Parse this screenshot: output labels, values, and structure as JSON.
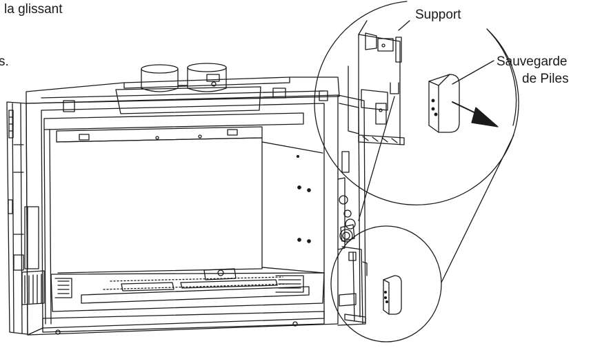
{
  "text_fragments": {
    "line1": "la glissant",
    "line2": "s."
  },
  "callouts": {
    "support": "Support",
    "sauvegarde_line1": "Sauvegarde",
    "sauvegarde_line2": "de Piles"
  },
  "colors": {
    "stroke": "#1a1a1a",
    "background": "#ffffff"
  }
}
